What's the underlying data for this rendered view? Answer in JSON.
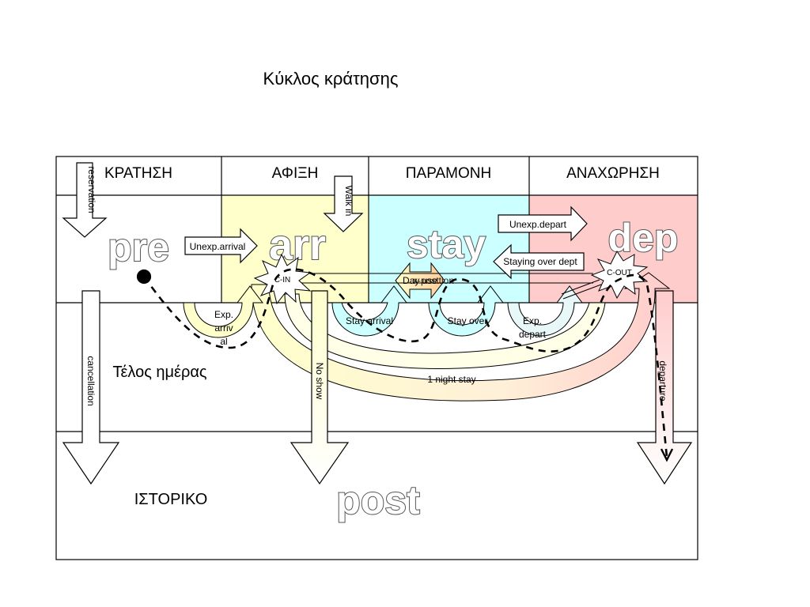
{
  "title": "Κύκλος κράτησης",
  "columns": {
    "reservation": "ΚΡΑΤΗΣΗ",
    "arrival": "ΑΦΙΞΗ",
    "stay": "ΠΑΡΑΜΟΝΗ",
    "departure": "ΑΝΑΧΩΡΗΣΗ"
  },
  "phases": {
    "pre": "pre",
    "arr": "arr",
    "stay": "stay",
    "dep": "dep",
    "post": "post"
  },
  "rows": {
    "end_of_day": "Τέλος ημέρας",
    "history": "ΙΣΤΟΡΙΚΟ"
  },
  "arrows": {
    "reservation": "reservation",
    "walk_in": "Walk in",
    "unexp_arrival": "Unexp.arrival",
    "unexp_depart": "Unexp.depart",
    "staying_over_dept": "Staying over dept",
    "cancellation": "cancellation",
    "no_show": "No show",
    "departure": "departure",
    "day_use": "Day use",
    "x_posttion": "x-posttion",
    "one_night_stay": "1 night stay"
  },
  "events": {
    "c_in": "C-IN",
    "c_out": "C-OUT",
    "exp_arrival_1": "Exp.",
    "exp_arrival_2": "arriv",
    "exp_arrival_3": "al",
    "stay_arrival": "Stay arrival",
    "stay_over": "Stay over",
    "exp_depart_1": "Exp.",
    "exp_depart_2": "depart"
  },
  "colors": {
    "arrival_bg": "#ffffcc",
    "stay_bg": "#ccffff",
    "departure_bg": "#ffcccc"
  }
}
